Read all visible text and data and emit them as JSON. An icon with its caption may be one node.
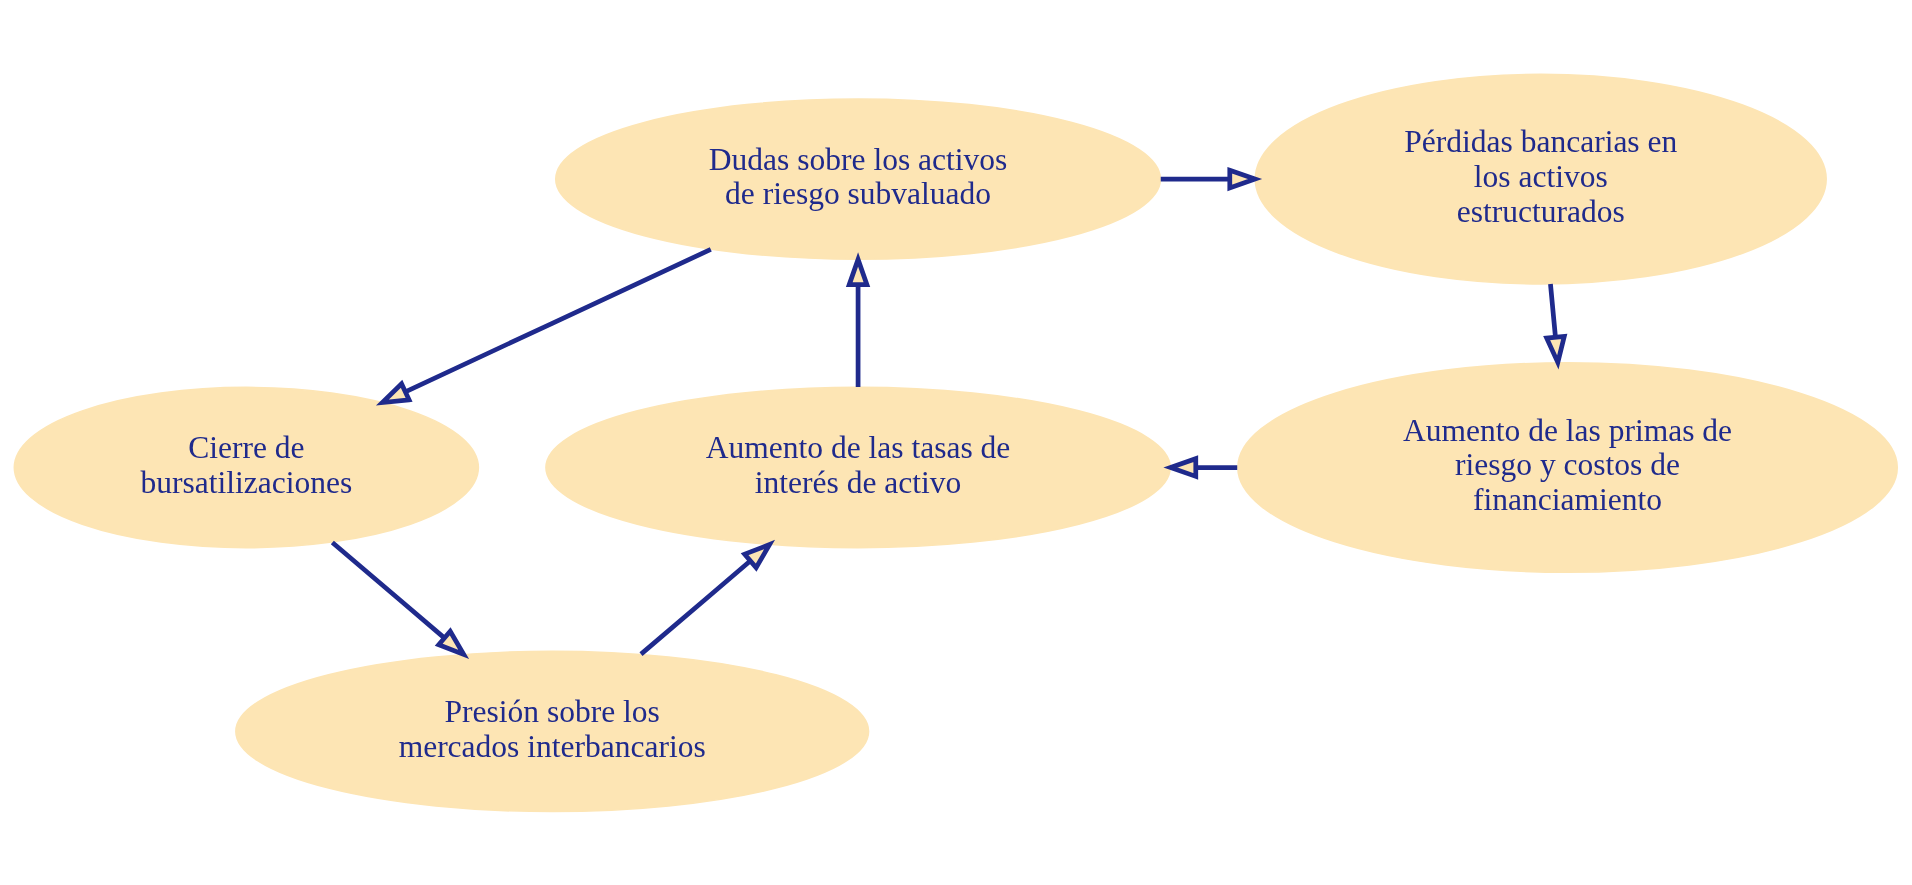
{
  "diagram": {
    "nodes": [
      {
        "text": [
          "Dudas sobre los activos de riesgo subvaluado"
        ]
      },
      {
        "text": [
          "Pérdidas bancarias en los activos estructurados"
        ]
      },
      {
        "text": [
          "Cierre de bursatilizaciones"
        ]
      },
      {
        "text": [
          "Aumento de las tasas de interés de activo"
        ]
      },
      {
        "text": [
          "Aumento de las primas de riesgo y costos de financiamiento"
        ]
      },
      {
        "text": [
          "Presión sobre los mercados interbancarios"
        ]
      }
    ],
    "edges": [
      {
        "from": 0,
        "to": 1,
        "arrow": "to"
      },
      {
        "from": 1,
        "to": 4,
        "arrow": "to"
      },
      {
        "from": 4,
        "to": 3,
        "arrow": "to"
      },
      {
        "from": 3,
        "to": 0,
        "arrow": "to"
      },
      {
        "from": 0,
        "to": 2,
        "arrow": "to"
      },
      {
        "from": 2,
        "to": 5,
        "arrow": "to"
      },
      {
        "from": 5,
        "to": 3,
        "arrow": "to"
      }
    ]
  }
}
